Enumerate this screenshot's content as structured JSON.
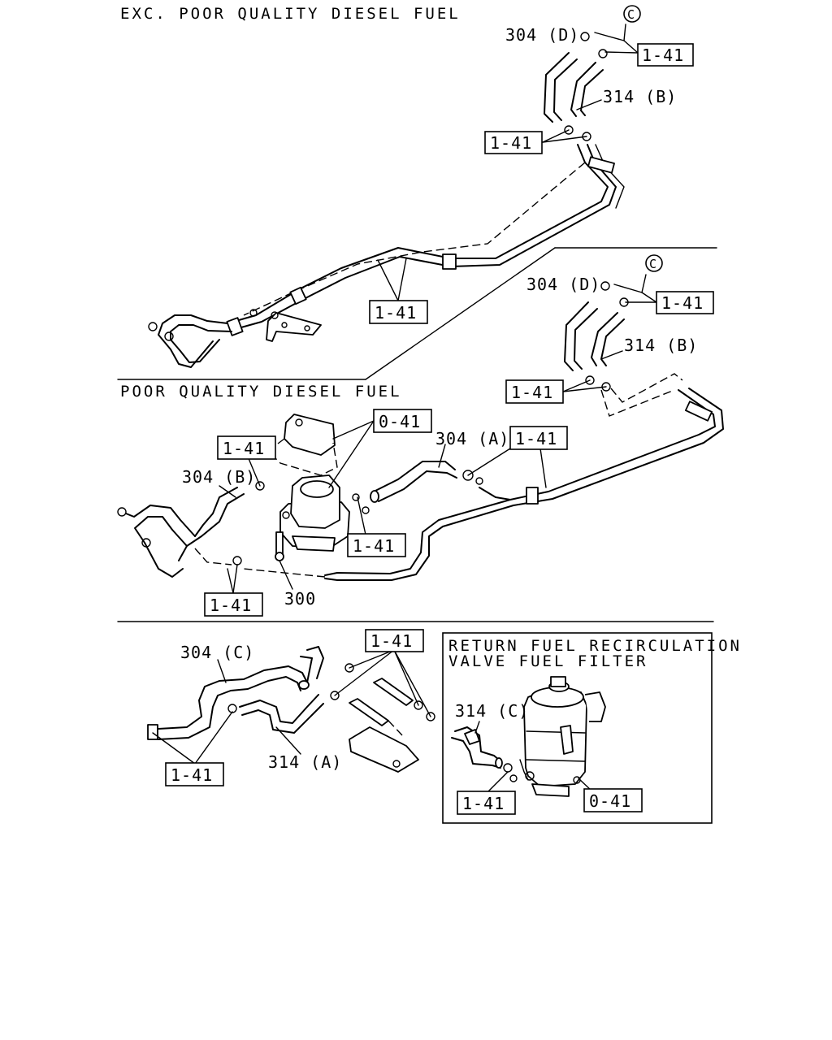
{
  "sections": {
    "top_title": "EXC. POOR QUALITY DIESEL FUEL",
    "middle_title": "POOR QUALITY DIESEL FUEL",
    "inset_title_line1": "RETURN FUEL RECIRCULATION",
    "inset_title_line2": "VALVE FUEL FILTER"
  },
  "callouts": {
    "c_circle": "C",
    "ref_1_41": "1-41",
    "ref_0_41": "0-41",
    "hose_304_a": "304 (A)",
    "hose_304_b": "304 (B)",
    "hose_304_c": "304 (C)",
    "hose_304_d": "304 (D)",
    "hose_314_a": "314 (A)",
    "hose_314_b": "314 (B)",
    "hose_314_c": "314 (C)",
    "bolt_300": "300"
  }
}
